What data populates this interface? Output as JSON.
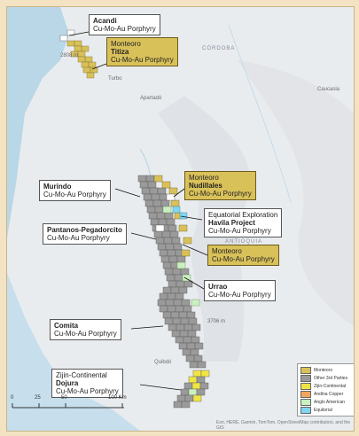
{
  "colors": {
    "frame": "#f4e3c2",
    "sea": "#b9d7e6",
    "land": "#eceef0",
    "relief": "#d8dbdf",
    "monteoro": "#d9c15a",
    "other_parties": "#9a9a9a",
    "zijin": "#f1e545",
    "andina": "#f2a65a",
    "anglo": "#c9f0bf",
    "equatorial": "#7fd6f2"
  },
  "callouts": {
    "acandi": {
      "name": "Acandi",
      "type": "Cu-Mo-Au Porphyry"
    },
    "titiza": {
      "owner": "Monteoro",
      "name": "Titiza",
      "type": "Cu-Mo-Au Porphyry"
    },
    "nudillales": {
      "owner": "Monteoro",
      "name": "Nudillales",
      "type": "Cu-Mo-Au Porphyry"
    },
    "murindo": {
      "name": "Murindo",
      "type": "Cu-Mo-Au Porphyry"
    },
    "havila": {
      "owner": "Equatorial Exploration",
      "name": "Havila Project",
      "type": "Cu-Mo-Au Porphyry"
    },
    "pantanos": {
      "name": "Pantanos-Pegadorcito",
      "type": "Cu-Mo-Au Porphyry"
    },
    "monteoro_plain": {
      "name": "Monteoro",
      "type": "Cu-Mo-Au Porphyry"
    },
    "urrao": {
      "name": "Urrao",
      "type": "Cu-Mo-Au Porphyry"
    },
    "comita": {
      "name": "Comita",
      "type": "Cu-Mo-Au Porphyry"
    },
    "dojura": {
      "owner": "Zijin-Continental",
      "name": "Dojura",
      "type": "Cu-Mo-Au Porphyry"
    }
  },
  "places": {
    "cordoba": "CÓRDOBA",
    "turbo": "Turbo",
    "apartado": "Apartadó",
    "caucasia": "Caucasia",
    "quibdo": "Quibdó",
    "antioquia": "ANTIOQUIA",
    "elev1": "2808 m",
    "elev2": "3706 m"
  },
  "legend": {
    "items": [
      {
        "label": "Monteoro",
        "color": "#d9c15a"
      },
      {
        "label": "Other 3rd Parties",
        "color": "#9a9a9a"
      },
      {
        "label": "Zijin-Continental",
        "color": "#f1e545"
      },
      {
        "label": "Andina Copper",
        "color": "#f2a65a"
      },
      {
        "label": "Anglo American",
        "color": "#c9f0bf"
      },
      {
        "label": "Equitorial",
        "color": "#7fd6f2"
      }
    ]
  },
  "scale": {
    "ticks": [
      "0",
      "25",
      "50",
      "100 Km"
    ]
  },
  "attribution": "Esri, HERE, Garmin, TomTom, OpenStreetMap contributors, and the GIS"
}
